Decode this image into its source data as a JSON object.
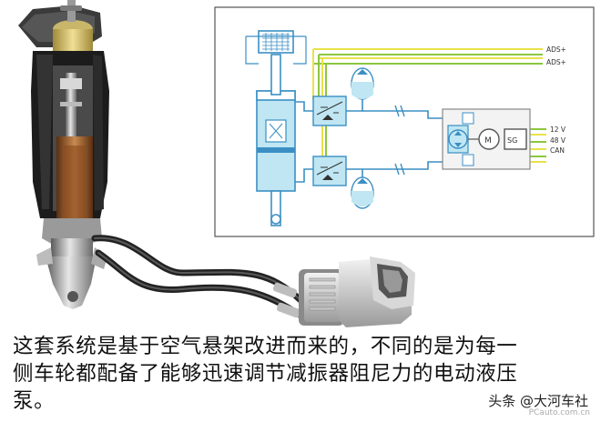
{
  "diagram": {
    "signal_labels": [
      "ADS+",
      "ADS+"
    ],
    "power_labels": [
      "12 V",
      "48 V",
      "CAN"
    ],
    "motor_label": "M",
    "controller_label": "SG"
  },
  "caption": {
    "lines": [
      "这套系统是基于空气悬架改进而来的，不同的是为每一",
      "侧车轮都配备了能够迅速调节减振器阻尼力的电动液压",
      "泵。"
    ]
  },
  "watermark": {
    "text": "头条 @大河车社",
    "source": "PCauto.com.cn"
  },
  "colors": {
    "fluid_blue": "#bfe6f2",
    "line_blue": "#3b8fc4",
    "signal_yellow": "#e8e24a",
    "signal_green": "#8cc63f",
    "strut_copper": "#b06a30",
    "cable_black": "#2a2a2a"
  }
}
